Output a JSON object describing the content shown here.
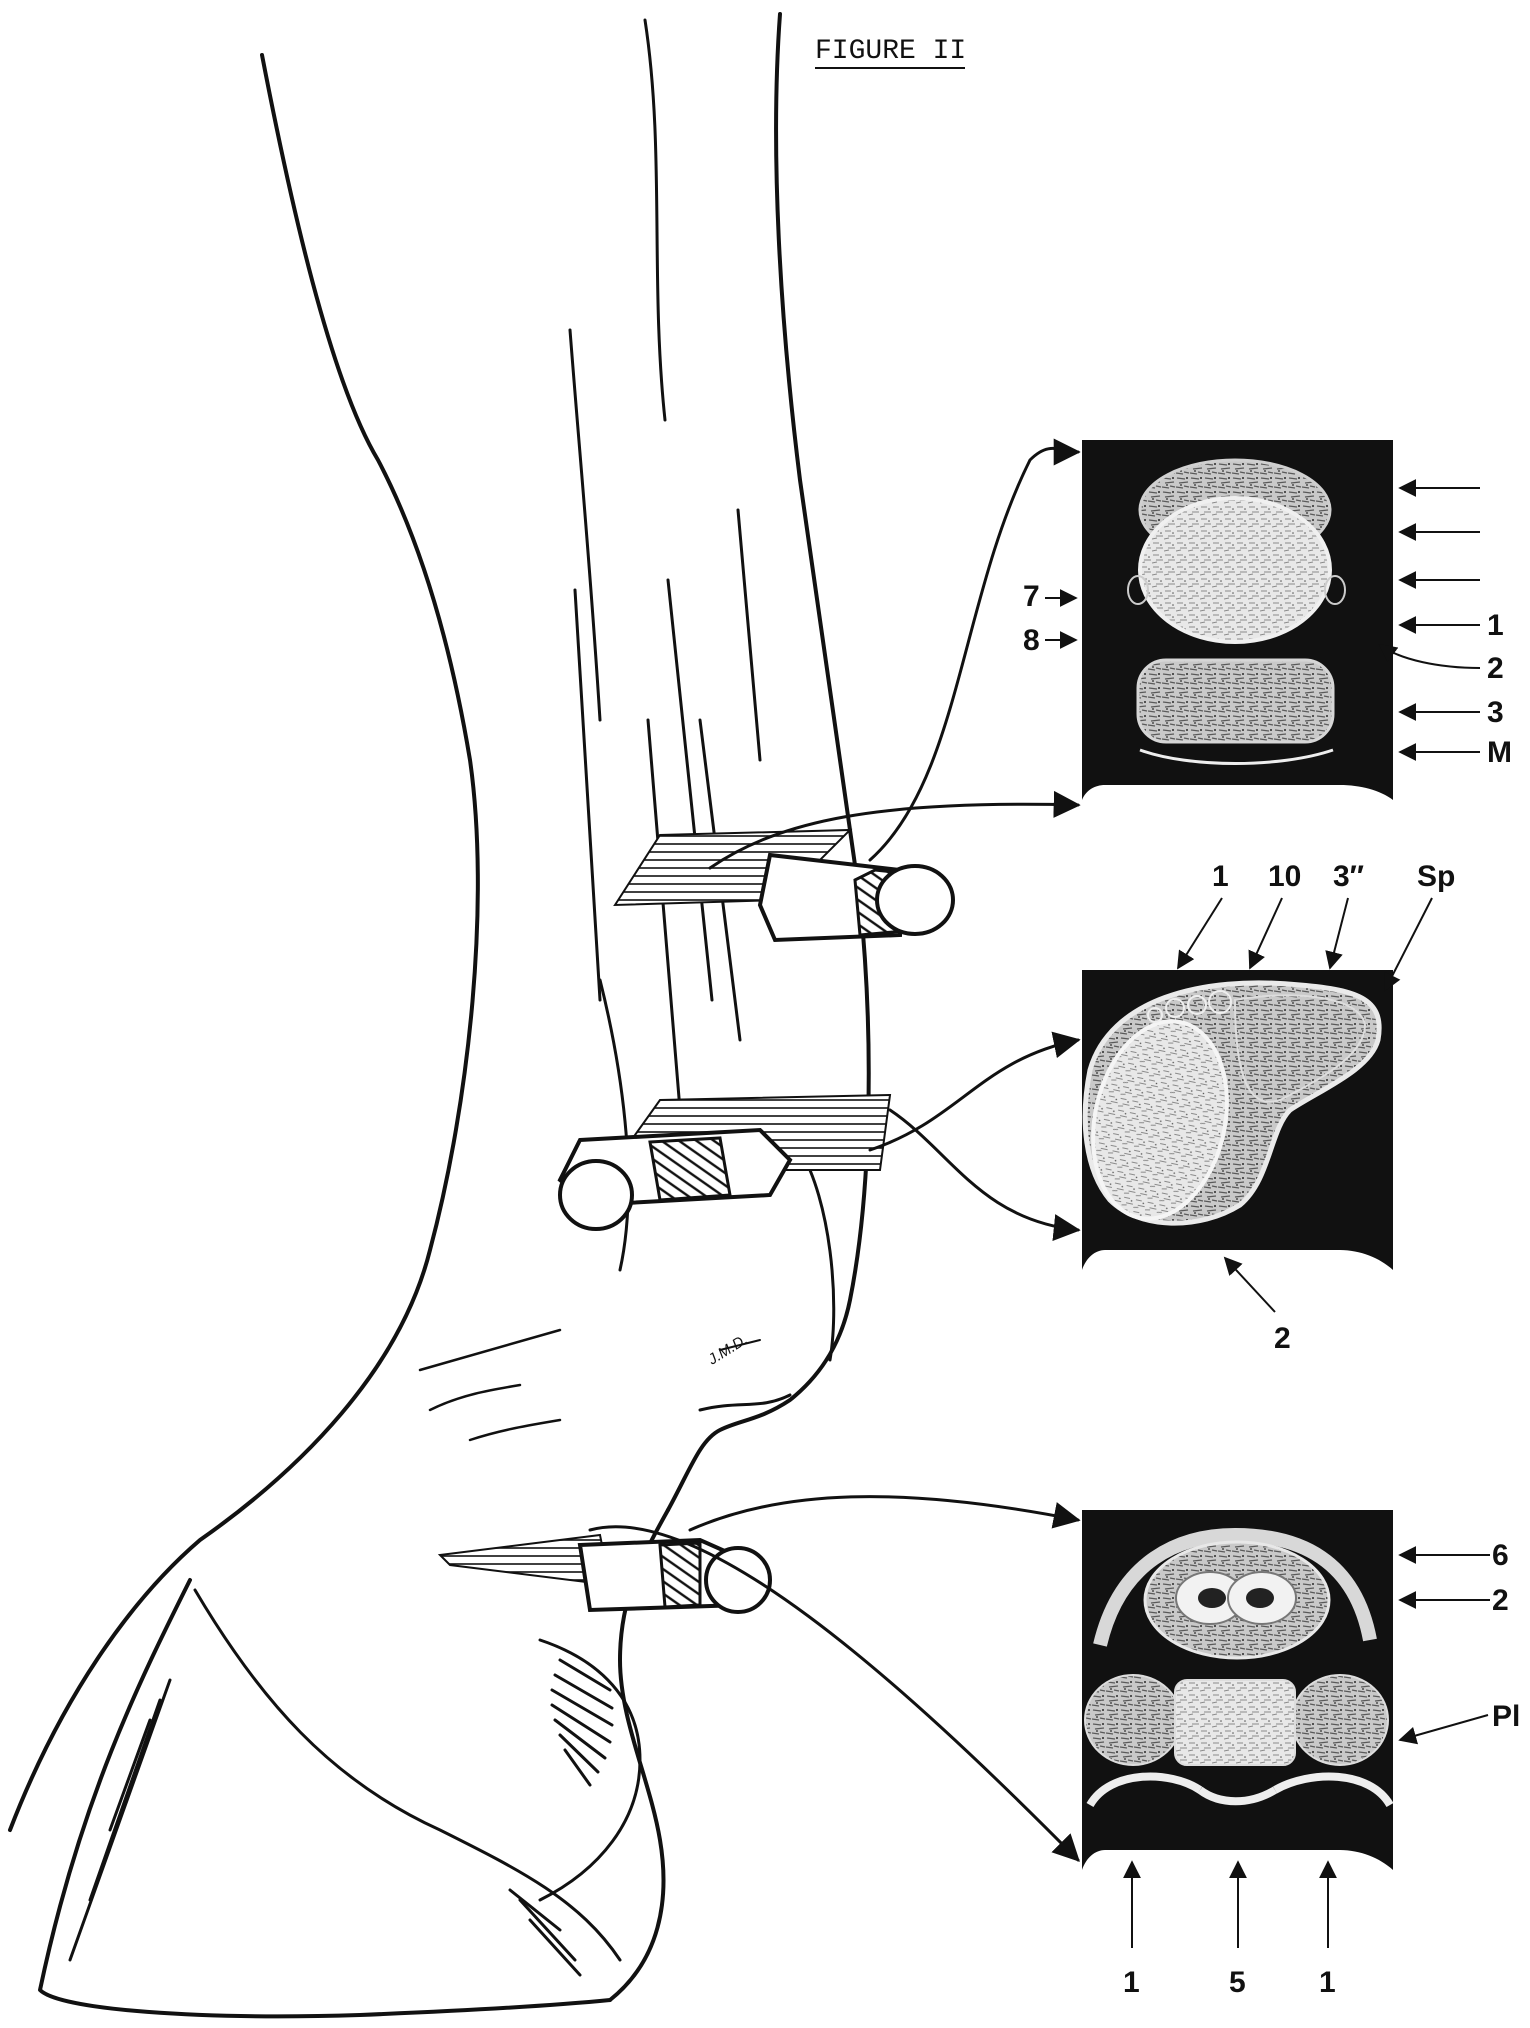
{
  "figure": {
    "title": "FIGURE II",
    "signature": "J.M.D."
  },
  "panels": {
    "top": {
      "left_labels": [
        "7",
        "8"
      ],
      "right_labels": [
        "",
        "",
        "",
        "1",
        "2",
        "3",
        "M"
      ]
    },
    "middle": {
      "top_labels": [
        "1",
        "10",
        "3″",
        "Sp"
      ],
      "bottom_labels": [
        "2"
      ]
    },
    "bottom": {
      "right_labels": [
        "6",
        "2",
        "Pl"
      ],
      "bottom_labels": [
        "1",
        "5",
        "1"
      ]
    }
  }
}
